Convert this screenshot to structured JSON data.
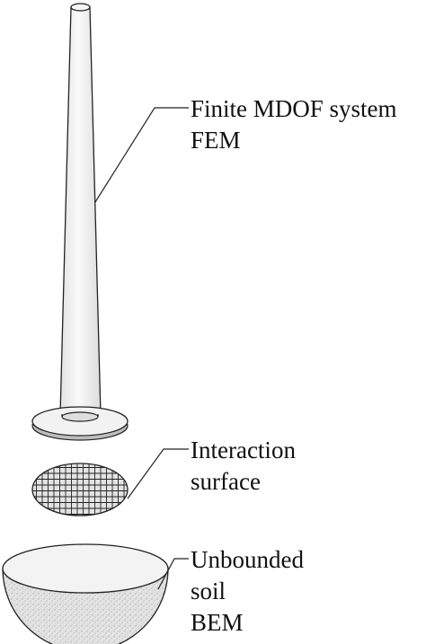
{
  "labels": {
    "fem_line1": "Finite MDOF system",
    "fem_line2": "FEM",
    "interaction_line1": "Interaction",
    "interaction_line2": "surface",
    "soil_line1": "Unbounded",
    "soil_line2": "soil",
    "soil_line3": "BEM"
  },
  "colors": {
    "stroke": "#222222",
    "fill_light": "#f4f4f4",
    "fill_mid": "#e6e6e6",
    "soil_fill": "#dcdcdc"
  }
}
